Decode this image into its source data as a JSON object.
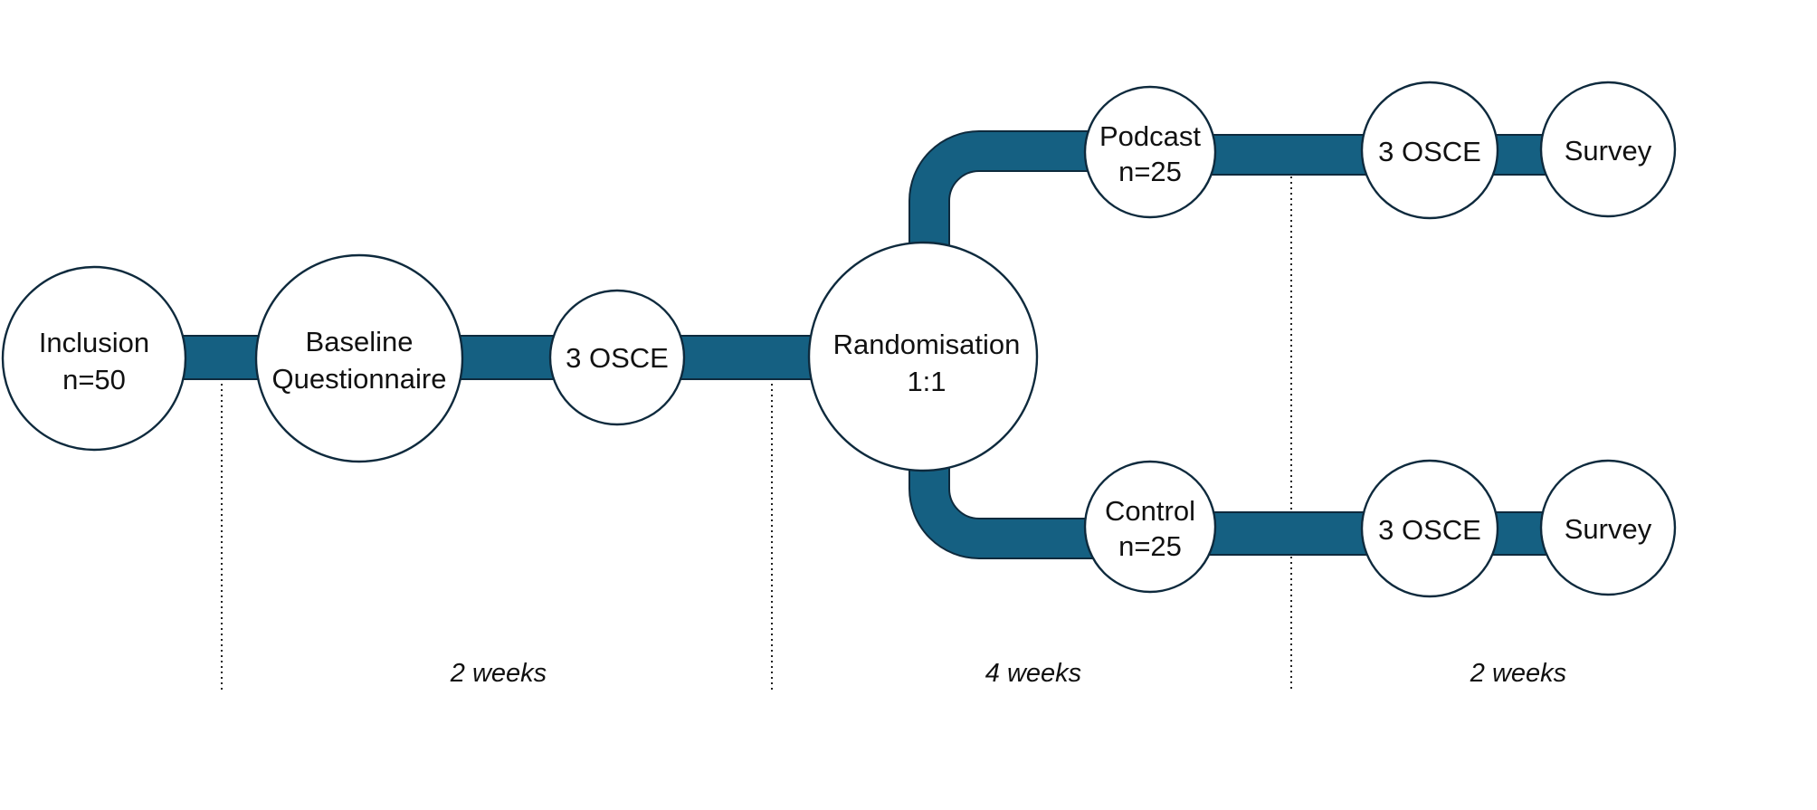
{
  "colors": {
    "connector_fill": "#156082",
    "connector_outline": "#0e2a3d",
    "node_fill": "#ffffff",
    "node_outline": "#0e2a3d"
  },
  "nodes": {
    "inclusion": [
      "Inclusion",
      "n=50"
    ],
    "baseline": [
      "Baseline",
      "Questionnaire"
    ],
    "osce_pre": [
      "3 OSCE"
    ],
    "randomisation": [
      "Randomisation",
      "1:1"
    ],
    "podcast": [
      "Podcast",
      "n=25"
    ],
    "osce_podcast": [
      "3 OSCE"
    ],
    "survey_podcast": [
      "Survey"
    ],
    "control": [
      "Control",
      "n=25"
    ],
    "osce_control": [
      "3 OSCE"
    ],
    "survey_control": [
      "Survey"
    ]
  },
  "periods": {
    "first": "2 weeks",
    "second": "4 weeks",
    "third": "2 weeks"
  }
}
